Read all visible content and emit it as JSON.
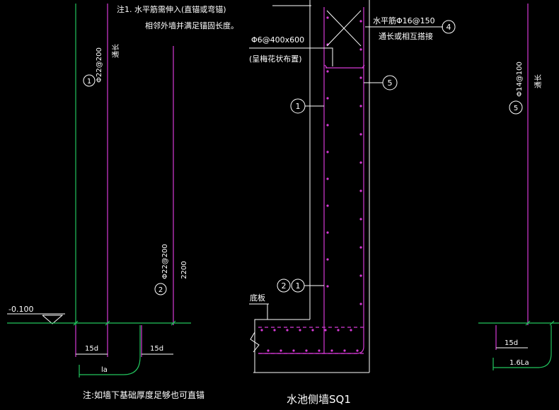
{
  "notes": {
    "note1_line1": "注1. 水平筋需伸入(直锚或弯锚)",
    "note1_line2": "相邻外墙并满足锚固长度。",
    "bottom_note": "注:如墙下基础厚度足够也可直锚",
    "drawing_title": "水池侧墙SQ1"
  },
  "elevation": {
    "label": "-0.100"
  },
  "rebars": {
    "bar1": {
      "mark": "1",
      "spec": "Φ22@200",
      "note": "通长"
    },
    "bar2": {
      "mark": "2",
      "spec": "Φ22@200",
      "dim": "2200"
    },
    "bar5": {
      "mark": "5",
      "spec": "Φ14@100",
      "note": "通长"
    },
    "horizontal": {
      "mark": "4",
      "spec": "水平筋Φ16@150",
      "note": "通长或相互搭接"
    },
    "tie": {
      "spec": "Φ6@400x600",
      "note": "(呈梅花状布置)"
    }
  },
  "section_marks": {
    "m1a": "1",
    "m5": "5",
    "m2": "2",
    "m1b": "1"
  },
  "slab_label": "底板",
  "dimensions": {
    "d_15d_1": "15d",
    "d_la": "la",
    "d_15d_2": "15d",
    "d_15d_3": "15d",
    "d_16la": "1.6La"
  },
  "colors": {
    "background": "#000000",
    "green": "#22c55e",
    "magenta": "#d63ad6",
    "white": "#ffffff"
  }
}
